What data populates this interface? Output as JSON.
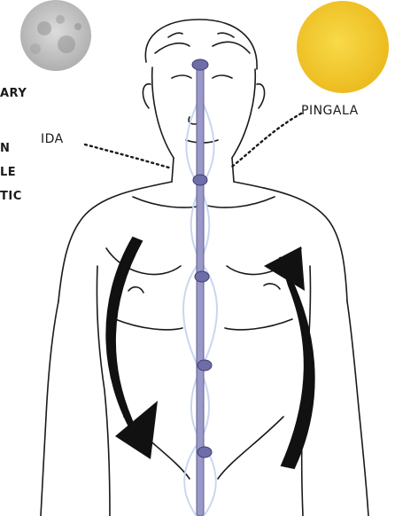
{
  "labels": {
    "ida": "IDA",
    "pingala": "PINGALA"
  },
  "left_fragments": [
    "ARY",
    "N",
    "LE",
    "TIC"
  ],
  "icons": {
    "moon": "moon-icon",
    "sun": "sun-icon"
  },
  "colors": {
    "sun": "#f2c72e",
    "moon": "#b8b8b8",
    "spine": "#9a98c6",
    "chakra": "#6f6da8",
    "energy_channel": "#c9d6ef",
    "line": "#1a1a1a"
  }
}
